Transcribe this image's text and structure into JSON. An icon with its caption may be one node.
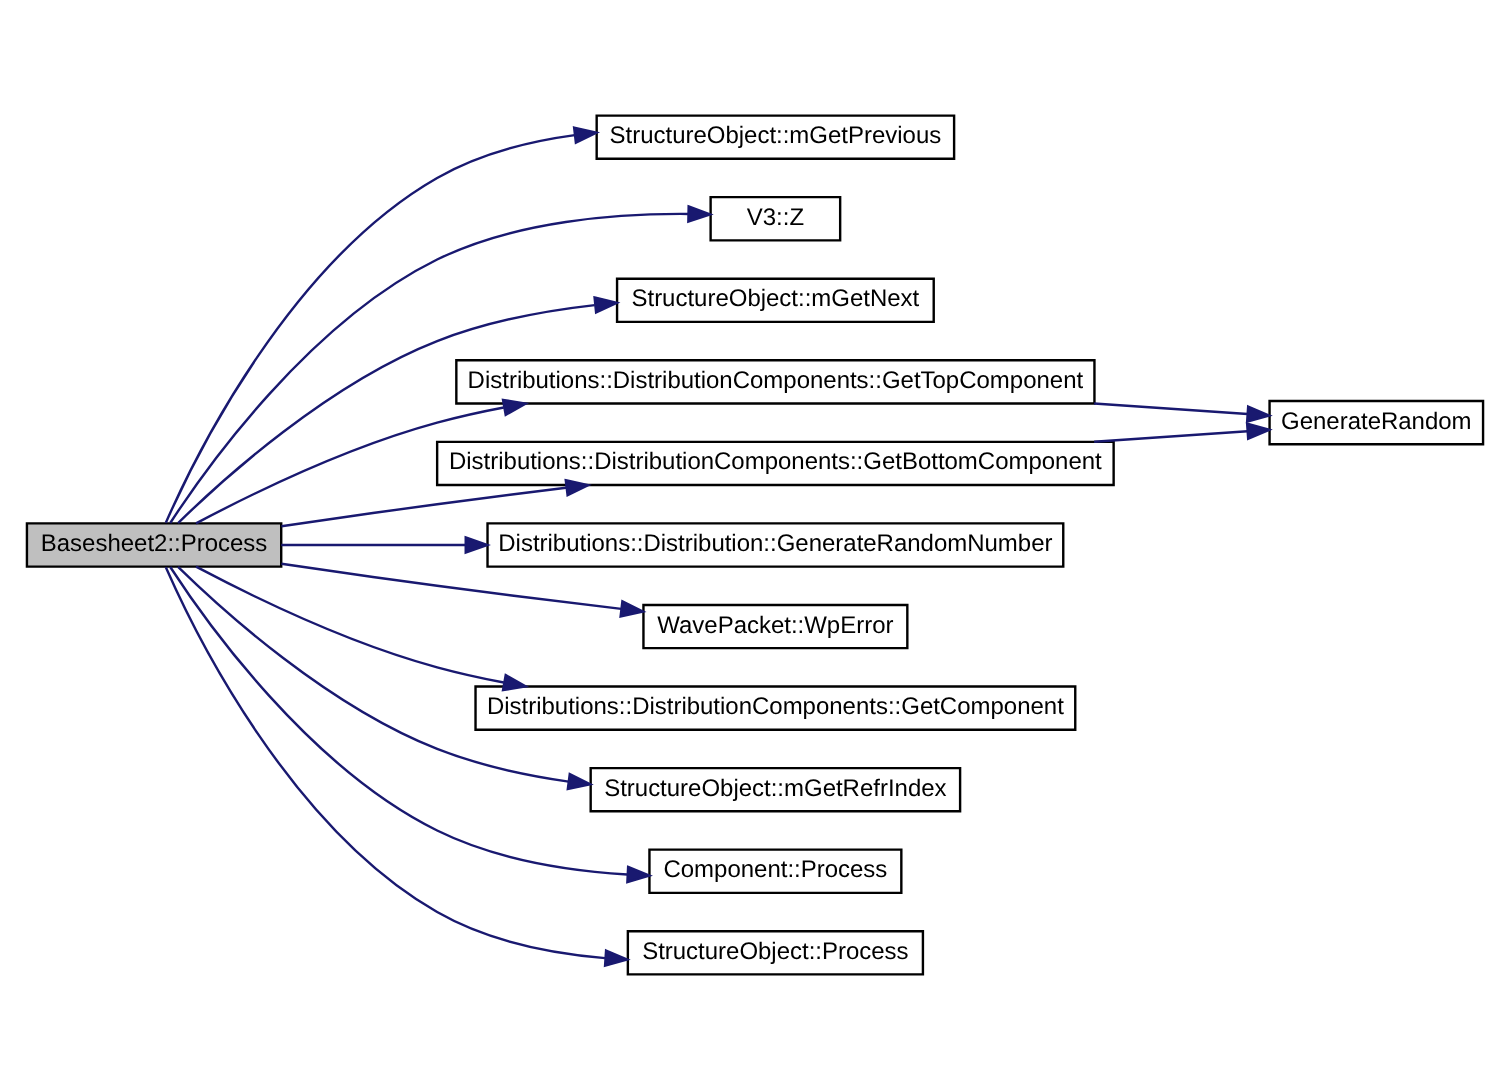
{
  "diagram": {
    "nodes": [
      {
        "text": [
          "Basesheet2::Process"
        ]
      },
      {
        "text": [
          "StructureObject::mGetPrevious"
        ]
      },
      {
        "text": [
          "V3::Z"
        ]
      },
      {
        "text": [
          "StructureObject::mGetNext"
        ]
      },
      {
        "text": [
          "Distributions::DistributionComponents::GetTopComponent"
        ]
      },
      {
        "text": [
          "GenerateRandom"
        ]
      },
      {
        "text": [
          "Distributions::DistributionComponents::GetBottomComponent"
        ]
      },
      {
        "text": [
          "Distributions::Distribution::GenerateRandomNumber"
        ]
      },
      {
        "text": [
          "WavePacket::WpError"
        ]
      },
      {
        "text": [
          "Distributions::DistributionComponents::GetComponent"
        ]
      },
      {
        "text": [
          "StructureObject::mGetRefrIndex"
        ]
      },
      {
        "text": [
          "Component::Process"
        ]
      },
      {
        "text": [
          "StructureObject::Process"
        ]
      }
    ],
    "edges": [
      {
        "from": 0,
        "to": 1,
        "arrow": "to"
      },
      {
        "from": 0,
        "to": 2,
        "arrow": "to"
      },
      {
        "from": 0,
        "to": 3,
        "arrow": "to"
      },
      {
        "from": 0,
        "to": 4,
        "arrow": "to"
      },
      {
        "from": 4,
        "to": 5,
        "arrow": "to"
      },
      {
        "from": 0,
        "to": 6,
        "arrow": "to"
      },
      {
        "from": 6,
        "to": 5,
        "arrow": "to"
      },
      {
        "from": 0,
        "to": 7,
        "arrow": "to"
      },
      {
        "from": 0,
        "to": 8,
        "arrow": "to"
      },
      {
        "from": 0,
        "to": 9,
        "arrow": "to"
      },
      {
        "from": 0,
        "to": 10,
        "arrow": "to"
      },
      {
        "from": 0,
        "to": 11,
        "arrow": "to"
      },
      {
        "from": 0,
        "to": 12,
        "arrow": "to"
      }
    ]
  }
}
